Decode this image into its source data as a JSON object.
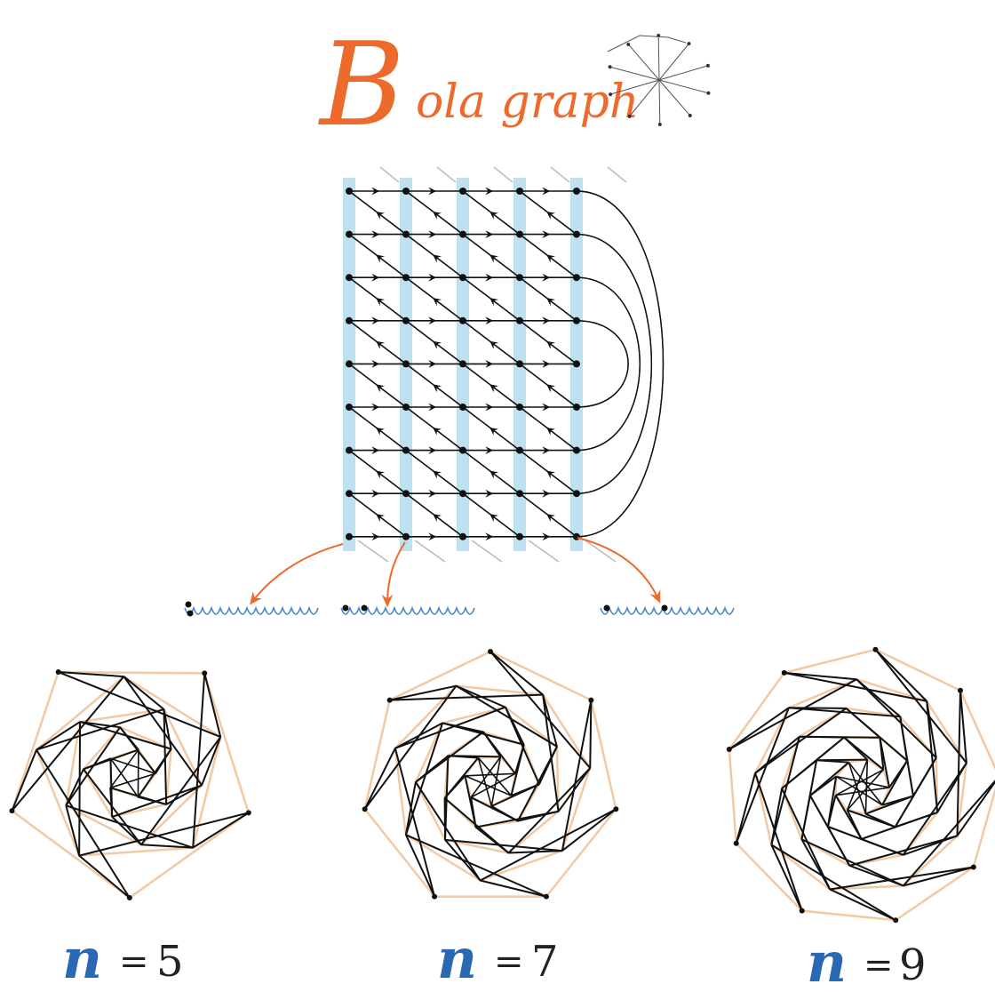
{
  "title": {
    "first_letter": "B",
    "rest": "ola graph"
  },
  "lattice": {
    "columns": 5,
    "rows": 9
  },
  "accent_colors": {
    "title": "#ee6a2c",
    "column_band": "#a9d7ea",
    "polygon": "#f1c9a4",
    "edge": "#111111",
    "wave": "#4a86c4",
    "n_symbol": "#2a68b4"
  },
  "graphs": [
    {
      "symbol": "n",
      "equals": "=",
      "value": "5"
    },
    {
      "symbol": "n",
      "equals": "=",
      "value": "7"
    },
    {
      "symbol": "n",
      "equals": "=",
      "value": "9"
    }
  ]
}
